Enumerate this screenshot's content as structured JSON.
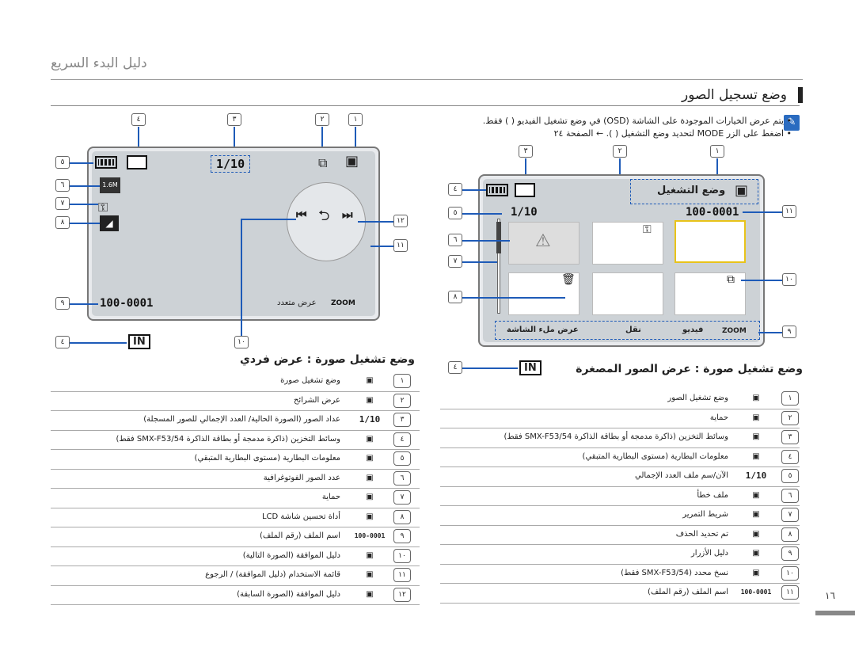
{
  "header": {
    "title": "دليل البدء السريع"
  },
  "section": {
    "title": "وضع تسجيل الصور"
  },
  "notes": [
    "• يتم عرض الخيارات الموجودة على الشاشة (OSD) في وضع تشغيل الفيديو ( ) فقط.",
    "• اضغط على الزر MODE لتحديد وضع التشغيل ( ). ← الصفحة ٢٤"
  ],
  "left_screen": {
    "counter": "1/10",
    "file_name": "100-0001",
    "zoom_label": "عرض متعدد",
    "zoom_tag": "ZOOM",
    "storage": "IN",
    "callouts_top": [
      "٤",
      "٣",
      "٢",
      "١"
    ],
    "callouts_left": [
      "٥",
      "٦",
      "٧",
      "٨",
      "٩"
    ],
    "callouts_right": [
      "١٢",
      "١١"
    ],
    "callout_bottom": "١٠",
    "callout_storage": "٤"
  },
  "right_screen": {
    "title_text": "وضع التشغيل",
    "counter": "1/10",
    "file_name": "100-0001",
    "bottom_left": "عرض ملء الشاشة",
    "bottom_mid": "نقل",
    "bottom_zoom": "ZOOM",
    "bottom_zoom_label": "فيديو",
    "storage": "IN",
    "callouts_top": [
      "٣",
      "٢",
      "١"
    ],
    "callouts_left": [
      "٤",
      "٥",
      "٦",
      "٧",
      "٨"
    ],
    "callouts_right": [
      "١١",
      "١٠",
      "٩"
    ],
    "callout_storage": "٤"
  },
  "left_table": {
    "title": "وضع تشغيل صورة : عرض فردي",
    "rows": [
      {
        "num": "١",
        "icon": "photo-play-icon",
        "icon_text": "",
        "desc": "وضع تشغيل صورة"
      },
      {
        "num": "٢",
        "icon": "slideshow-icon",
        "icon_text": "",
        "desc": "عرض الشرائح"
      },
      {
        "num": "٣",
        "icon": "counter-icon",
        "icon_text": "1/10",
        "desc": "عداد الصور (الصورة الحالية/ العدد الإجمالي للصور المسجلة)"
      },
      {
        "num": "٤",
        "icon": "storage-icon",
        "icon_text": "",
        "desc": "وسائط التخزين (ذاكرة مدمجة أو بطاقة الذاكرة SMX-F53/54 فقط)"
      },
      {
        "num": "٥",
        "icon": "battery-icon",
        "icon_text": "",
        "desc": "معلومات البطارية (مستوى البطارية المتبقي)"
      },
      {
        "num": "٦",
        "icon": "photo-count-icon",
        "icon_text": "",
        "desc": "عدد الصور الفوتوغرافية"
      },
      {
        "num": "٧",
        "icon": "protect-icon",
        "icon_text": "",
        "desc": "حماية"
      },
      {
        "num": "٨",
        "icon": "lcd-enhancer-icon",
        "icon_text": "",
        "desc": "أداة تحسين شاشة LCD"
      },
      {
        "num": "٩",
        "icon": "file-name-icon",
        "icon_text": "100-0001",
        "desc": "اسم الملف (رقم الملف)"
      },
      {
        "num": "١٠",
        "icon": "next-icon",
        "icon_text": "",
        "desc": "دليل الموافقة (الصورة التالية)"
      },
      {
        "num": "١١",
        "icon": "return-icon",
        "icon_text": "",
        "desc": "قائمة الاستخدام (دليل الموافقة) / الرجوع"
      },
      {
        "num": "١٢",
        "icon": "previous-icon",
        "icon_text": "",
        "desc": "دليل الموافقة (الصورة السابقة)"
      }
    ]
  },
  "right_table": {
    "title": "وضع تشغيل صورة : عرض الصور المصغرة",
    "rows": [
      {
        "num": "١",
        "icon": "photo-play-icon",
        "icon_text": "",
        "desc": "وضع تشغيل الصور"
      },
      {
        "num": "٢",
        "icon": "protect-icon",
        "icon_text": "",
        "desc": "حماية"
      },
      {
        "num": "٣",
        "icon": "storage-icon",
        "icon_text": "",
        "desc": "وسائط التخزين (ذاكرة مدمجة أو بطاقة الذاكرة SMX-F53/54 فقط)"
      },
      {
        "num": "٤",
        "icon": "battery-icon",
        "icon_text": "",
        "desc": "معلومات البطارية (مستوى البطارية المتبقي)"
      },
      {
        "num": "٥",
        "icon": "counter-icon",
        "icon_text": "1/10",
        "desc": "الآن/سم ملف العدد الإجمالي"
      },
      {
        "num": "٦",
        "icon": "error-file-icon",
        "icon_text": "",
        "desc": "ملف خطأ"
      },
      {
        "num": "٧",
        "icon": "scroll-bar-icon",
        "icon_text": "",
        "desc": "شريط التمرير"
      },
      {
        "num": "٨",
        "icon": "delete-icon",
        "icon_text": "",
        "desc": "تم تحديد الحذف"
      },
      {
        "num": "٩",
        "icon": "buttons-icon",
        "icon_text": "",
        "desc": "دليل الأزرار"
      },
      {
        "num": "١٠",
        "icon": "copy-icon",
        "icon_text": "",
        "desc": "نسخ محدد (SMX-F53/54 فقط)"
      },
      {
        "num": "١١",
        "icon": "file-name-icon",
        "icon_text": "100-0001",
        "desc": "اسم الملف (رقم الملف)"
      }
    ]
  },
  "page": {
    "number": "١٦"
  }
}
